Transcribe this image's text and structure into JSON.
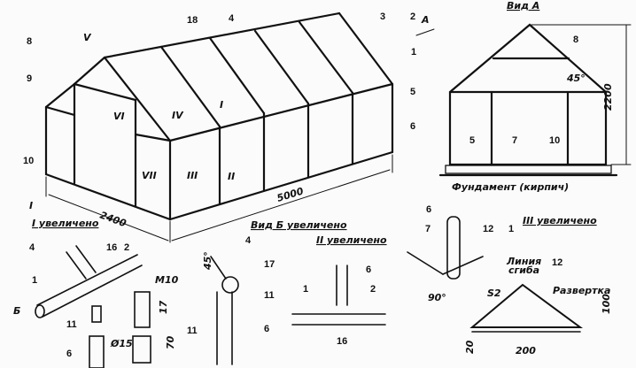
{
  "labels": {
    "n18": "18",
    "n4": "4",
    "n3": "3",
    "n2": "2",
    "n1": "1",
    "n8": "8",
    "nV": "V",
    "n9": "9",
    "n5": "5",
    "n6": "6",
    "n10": "10",
    "nVI": "VI",
    "nIV": "IV",
    "nI": "I",
    "nVII": "VII",
    "nIII": "III",
    "nII": "II",
    "nIb": "I",
    "dim2400": "2400",
    "dim5000": "5000",
    "arrowA": "A"
  },
  "view_a": {
    "title": "Вид А",
    "n8": "8",
    "angle": "45°",
    "height": "2200",
    "n5": "5",
    "n7": "7",
    "n10": "10",
    "foundation": "Фундамент (кирпич)"
  },
  "detail_i": {
    "title": "I увеличено",
    "n4": "4",
    "n16": "16",
    "n2": "2",
    "n1": "1",
    "arrow": "Б",
    "n11": "11",
    "n6": "6",
    "m10": "M10",
    "d17": "17",
    "d70": "70",
    "d15": "Ø15",
    "n11b": "11"
  },
  "view_b": {
    "title": "Вид Б увеличено",
    "n4": "4",
    "angle": "45°",
    "n17": "17",
    "n11": "11",
    "n6": "6"
  },
  "detail_ii": {
    "title": "II увеличено",
    "n6": "6",
    "n1": "1",
    "n2": "2",
    "n16": "16"
  },
  "detail_iii": {
    "title": "III увеличено",
    "n6": "6",
    "n7": "7",
    "n12": "12",
    "n1": "1",
    "angle": "90°"
  },
  "part12": {
    "n12": "12",
    "fold": "Линия",
    "fold2": "сгиба",
    "s2": "S2",
    "unfold": "Развертка",
    "d100": "100",
    "d20": "20",
    "d200": "200"
  }
}
